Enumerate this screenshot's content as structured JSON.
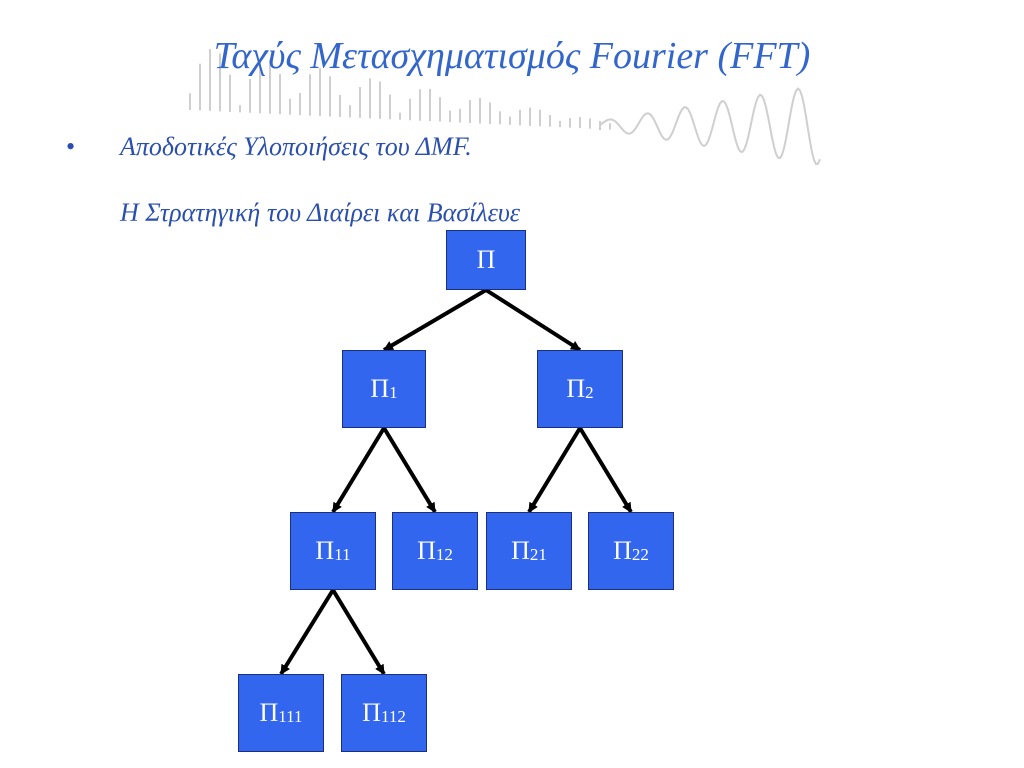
{
  "slide": {
    "title": "Ταχύς Μετασχηματισμός Fourier (FFT)",
    "bullet_marker": "•",
    "bullet_line1": "Αποδοτικές Υλοποιήσεις του ΔΜF.",
    "bullet_line2": "Η Στρατηγική του  Διαίρει και Βασίλευε"
  },
  "colors": {
    "title": "#3366cc",
    "text": "#2a4fae",
    "node_fill": "#3366ee",
    "node_text": "#ffffff",
    "arrow": "#000000"
  },
  "tree": {
    "root": {
      "base": "Π",
      "sub": ""
    },
    "n1": {
      "base": "Π",
      "sub": "1"
    },
    "n2": {
      "base": "Π",
      "sub": "2"
    },
    "n11": {
      "base": "Π",
      "sub": "11"
    },
    "n12": {
      "base": "Π",
      "sub": "12"
    },
    "n21": {
      "base": "Π",
      "sub": "21"
    },
    "n22": {
      "base": "Π",
      "sub": "22"
    },
    "n111": {
      "base": "Π",
      "sub": "111"
    },
    "n112": {
      "base": "Π",
      "sub": "112"
    }
  },
  "edges": [
    [
      "root",
      "n1"
    ],
    [
      "root",
      "n2"
    ],
    [
      "n1",
      "n11"
    ],
    [
      "n1",
      "n12"
    ],
    [
      "n2",
      "n21"
    ],
    [
      "n2",
      "n22"
    ],
    [
      "n11",
      "n111"
    ],
    [
      "n11",
      "n112"
    ]
  ]
}
